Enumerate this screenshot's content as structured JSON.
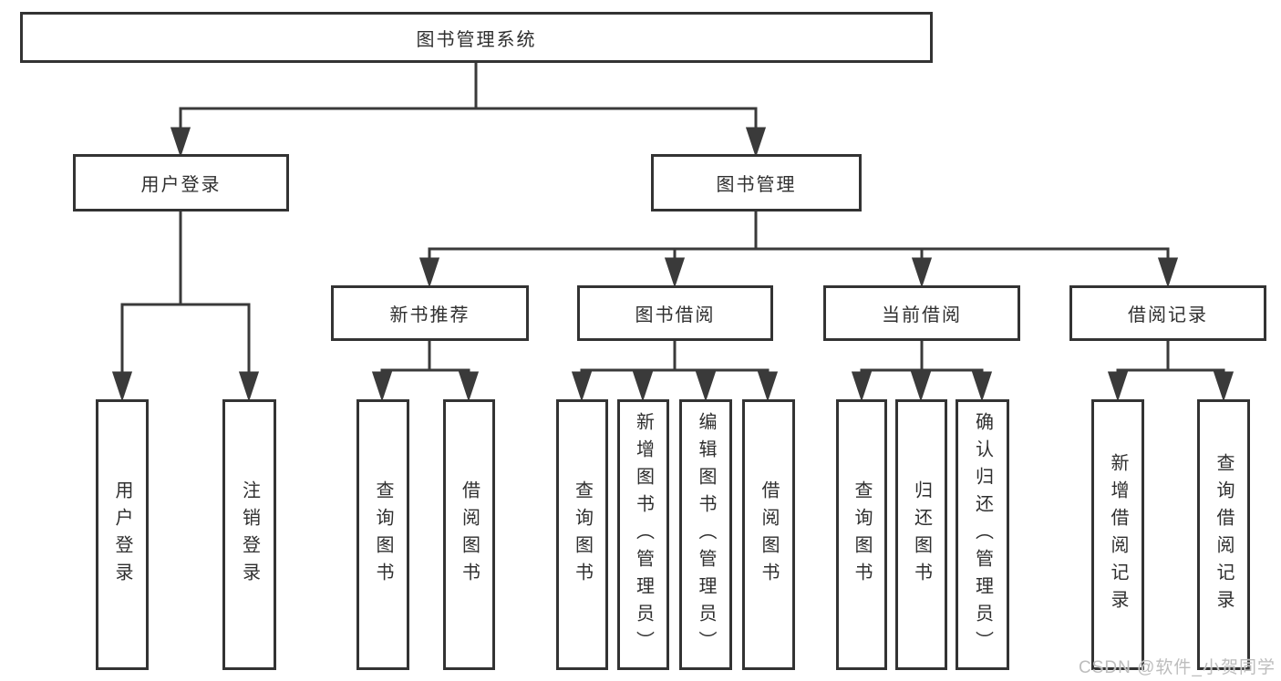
{
  "diagram": {
    "root": {
      "label": "图书管理系统"
    },
    "branches": [
      {
        "label": "用户登录",
        "children": [
          "用户登录",
          "注销登录"
        ]
      },
      {
        "label": "图书管理"
      }
    ],
    "modules": [
      {
        "label": "新书推荐",
        "children": [
          "查询图书",
          "借阅图书"
        ]
      },
      {
        "label": "图书借阅",
        "children": [
          "查询图书",
          "新增图书（管理员）",
          "编辑图书（管理员）",
          "借阅图书"
        ]
      },
      {
        "label": "当前借阅",
        "children": [
          "查询图书",
          "归还图书",
          "确认归还（管理员）"
        ]
      },
      {
        "label": "借阅记录",
        "children": [
          "新增借阅记录",
          "查询借阅记录"
        ]
      }
    ]
  },
  "watermark": {
    "text": "CSDN @软件_小贺同学"
  },
  "colors": {
    "line": "#3a3a3a",
    "border": "#333333",
    "text": "#2f2f2f",
    "watermark": "#bdbdbd",
    "background": "#ffffff"
  }
}
